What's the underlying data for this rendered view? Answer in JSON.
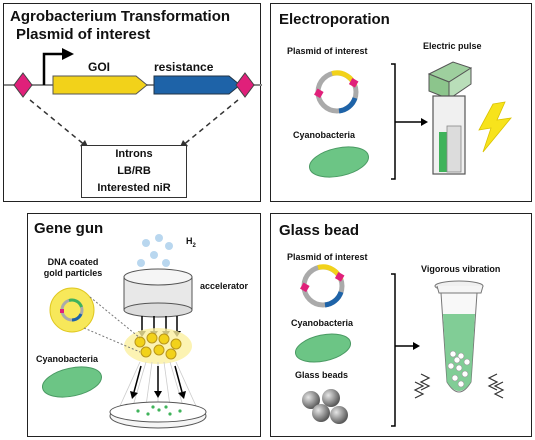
{
  "agro": {
    "title": "Agrobacterium Transformation",
    "subtitle": "Plasmid of interest",
    "goi": "GOI",
    "resistance": "resistance",
    "box_lines": [
      "Introns",
      "LB/RB",
      "Interested niR"
    ]
  },
  "electro": {
    "title": "Electroporation",
    "plasmid": "Plasmid of interest",
    "cyano": "Cyanobacteria",
    "pulse": "Electric pulse"
  },
  "genegun": {
    "title": "Gene gun",
    "h2_main": "H",
    "h2_sub": "2",
    "particles": "DNA coated gold particles",
    "accelerator": "accelerator",
    "cyano": "Cyanobacteria"
  },
  "glass": {
    "title": "Glass bead",
    "plasmid": "Plasmid of interest",
    "cyano": "Cyanobacteria",
    "beads": "Glass beads",
    "vibration": "Vigorous vibration"
  },
  "colors": {
    "goi": "#f2d21a",
    "resistance": "#1e63a8",
    "lb_rb": "#e0207a",
    "cyano": "#6cc585",
    "gold": "#f2d21a",
    "lightning": "#f7e31c",
    "cuvette_lid": "#9ecf9e"
  }
}
